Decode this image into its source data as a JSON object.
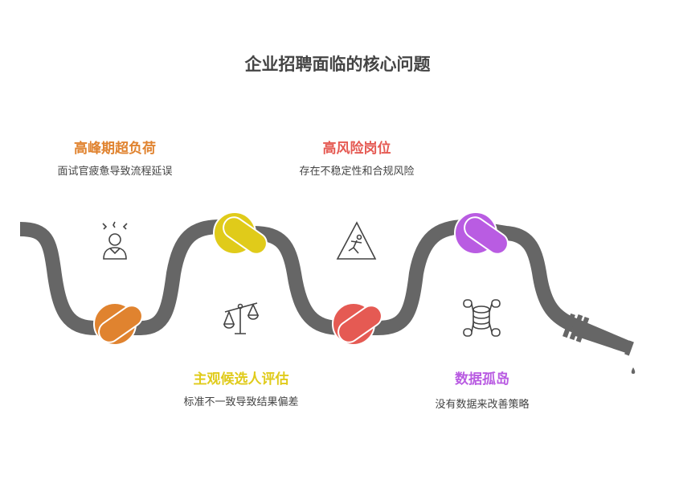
{
  "title": "企业招聘面临的核心问题",
  "items": [
    {
      "heading": "高峰期超负荷",
      "description": "面试官疲惫导致流程延误",
      "color": "#E0832F",
      "icon": "stressed-person-icon"
    },
    {
      "heading": "主观候选人评估",
      "description": "标准不一致导致结果偏差",
      "color": "#E0CB1A",
      "icon": "balance-scale-icon"
    },
    {
      "heading": "高风险岗位",
      "description": "存在不稳定性和合规风险",
      "color": "#E55A53",
      "icon": "slip-warning-icon"
    },
    {
      "heading": "数据孤岛",
      "description": "没有数据来改善策略",
      "color": "#B95CE2",
      "icon": "database-network-icon"
    }
  ],
  "hose_color": "#666666"
}
